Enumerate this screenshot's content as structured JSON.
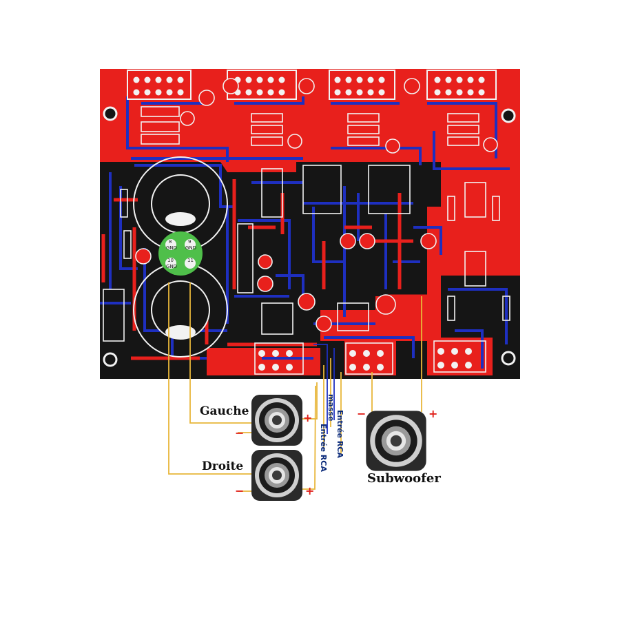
{
  "speakers": {
    "left_label": "Gauche",
    "right_label": "Droite",
    "sub_label": "Subwoofer"
  },
  "polarity": {
    "plus": "+",
    "minus": "−"
  },
  "inputs": {
    "rca_1": "Entrée RCA",
    "ground": "masse",
    "rca_2": "Entrée RCA"
  },
  "connector_pins": {
    "p8": "8",
    "p9": "9",
    "p10": "10",
    "p11": "11",
    "gnd": "GND"
  },
  "colors": {
    "board_red": "#e8201c",
    "board_black": "#151515",
    "trace_blue": "#1e2fc0",
    "wire_yellow": "#e8b63a",
    "pad_white": "#f2f2f2",
    "label_blue": "#0a2a7a"
  }
}
